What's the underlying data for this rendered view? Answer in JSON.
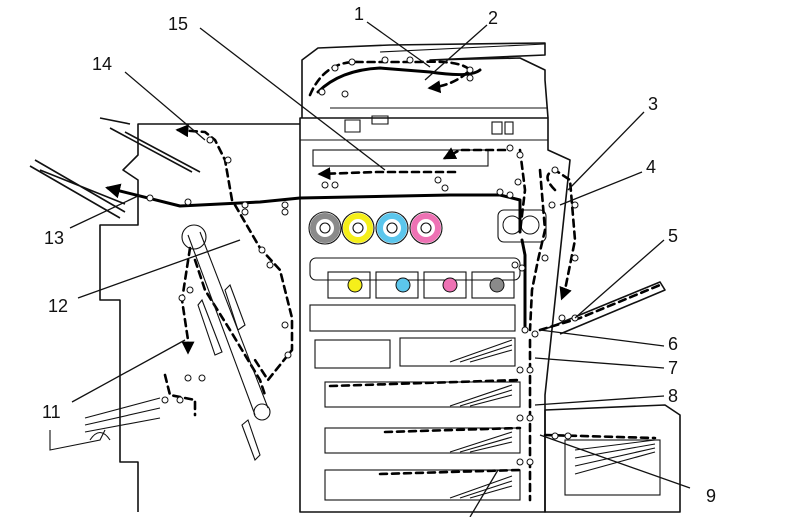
{
  "colors": {
    "yellow": "#f5ef1a",
    "cyan": "#5cc6ec",
    "magenta": "#ee72b4",
    "black_toner": "#8a8a8a"
  },
  "callouts": [
    "1",
    "2",
    "3",
    "4",
    "5",
    "6",
    "7",
    "8",
    "9",
    "11",
    "12",
    "13",
    "14",
    "15"
  ]
}
